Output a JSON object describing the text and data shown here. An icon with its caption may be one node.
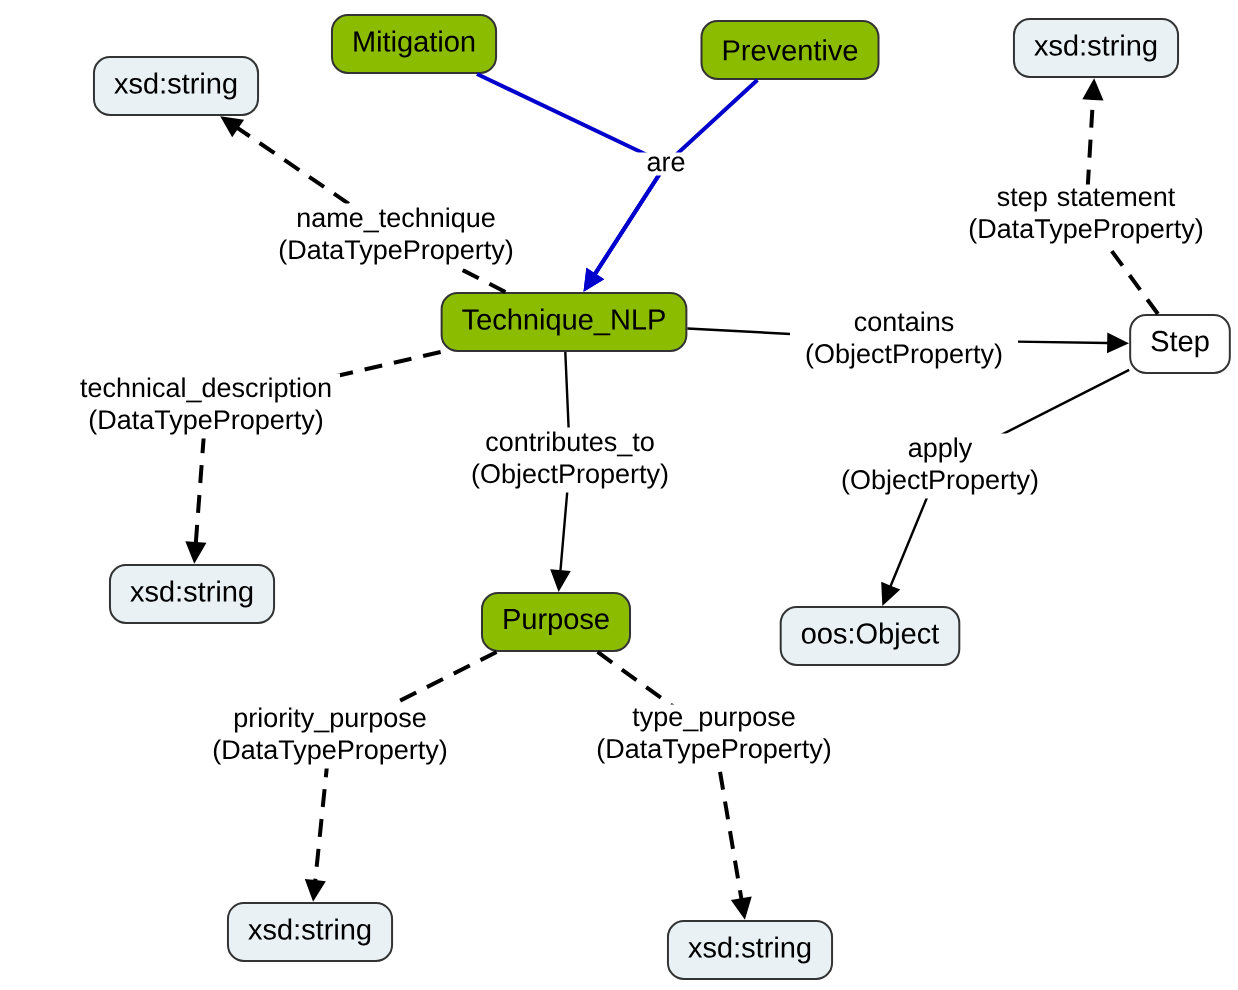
{
  "diagram": {
    "nodes": [
      {
        "text": [
          "Mitigation"
        ]
      },
      {
        "text": [
          "Preventive"
        ]
      },
      {
        "text": [
          "xsd:string"
        ]
      },
      {
        "text": [
          "xsd:string"
        ]
      },
      {
        "text": [
          "Technique_NLP"
        ]
      },
      {
        "text": [
          "Step"
        ]
      },
      {
        "text": [
          "xsd:string"
        ]
      },
      {
        "text": [
          "Purpose"
        ]
      },
      {
        "text": [
          "oos:Object"
        ]
      },
      {
        "text": [
          "xsd:string"
        ]
      },
      {
        "text": [
          "xsd:string"
        ]
      }
    ],
    "edges": [
      {
        "from": 0,
        "to": 4,
        "arrow": "to",
        "label": "are",
        "color": "#0000cc"
      },
      {
        "from": 1,
        "to": 4,
        "arrow": "to",
        "color": "#0000cc"
      },
      {
        "from": 4,
        "to": 2,
        "arrow": "to",
        "label": "name_technique (DataTypeProperty)",
        "style": "dashed"
      },
      {
        "from": 4,
        "to": 6,
        "arrow": "to",
        "label": "technical_description (DataTypeProperty)",
        "style": "dashed"
      },
      {
        "from": 4,
        "to": 5,
        "arrow": "to",
        "label": "contains (ObjectProperty)"
      },
      {
        "from": 4,
        "to": 7,
        "arrow": "to",
        "label": "contributes_to (ObjectProperty)"
      },
      {
        "from": 5,
        "to": 3,
        "arrow": "to",
        "label": "step statement (DataTypeProperty)",
        "style": "dashed"
      },
      {
        "from": 5,
        "to": 8,
        "arrow": "to",
        "label": "apply (ObjectProperty)"
      },
      {
        "from": 7,
        "to": 9,
        "arrow": "to",
        "label": "priority_purpose (DataTypeProperty)",
        "style": "dashed"
      },
      {
        "from": 7,
        "to": 10,
        "arrow": "to",
        "label": "type_purpose (DataTypeProperty)",
        "style": "dashed"
      }
    ]
  }
}
